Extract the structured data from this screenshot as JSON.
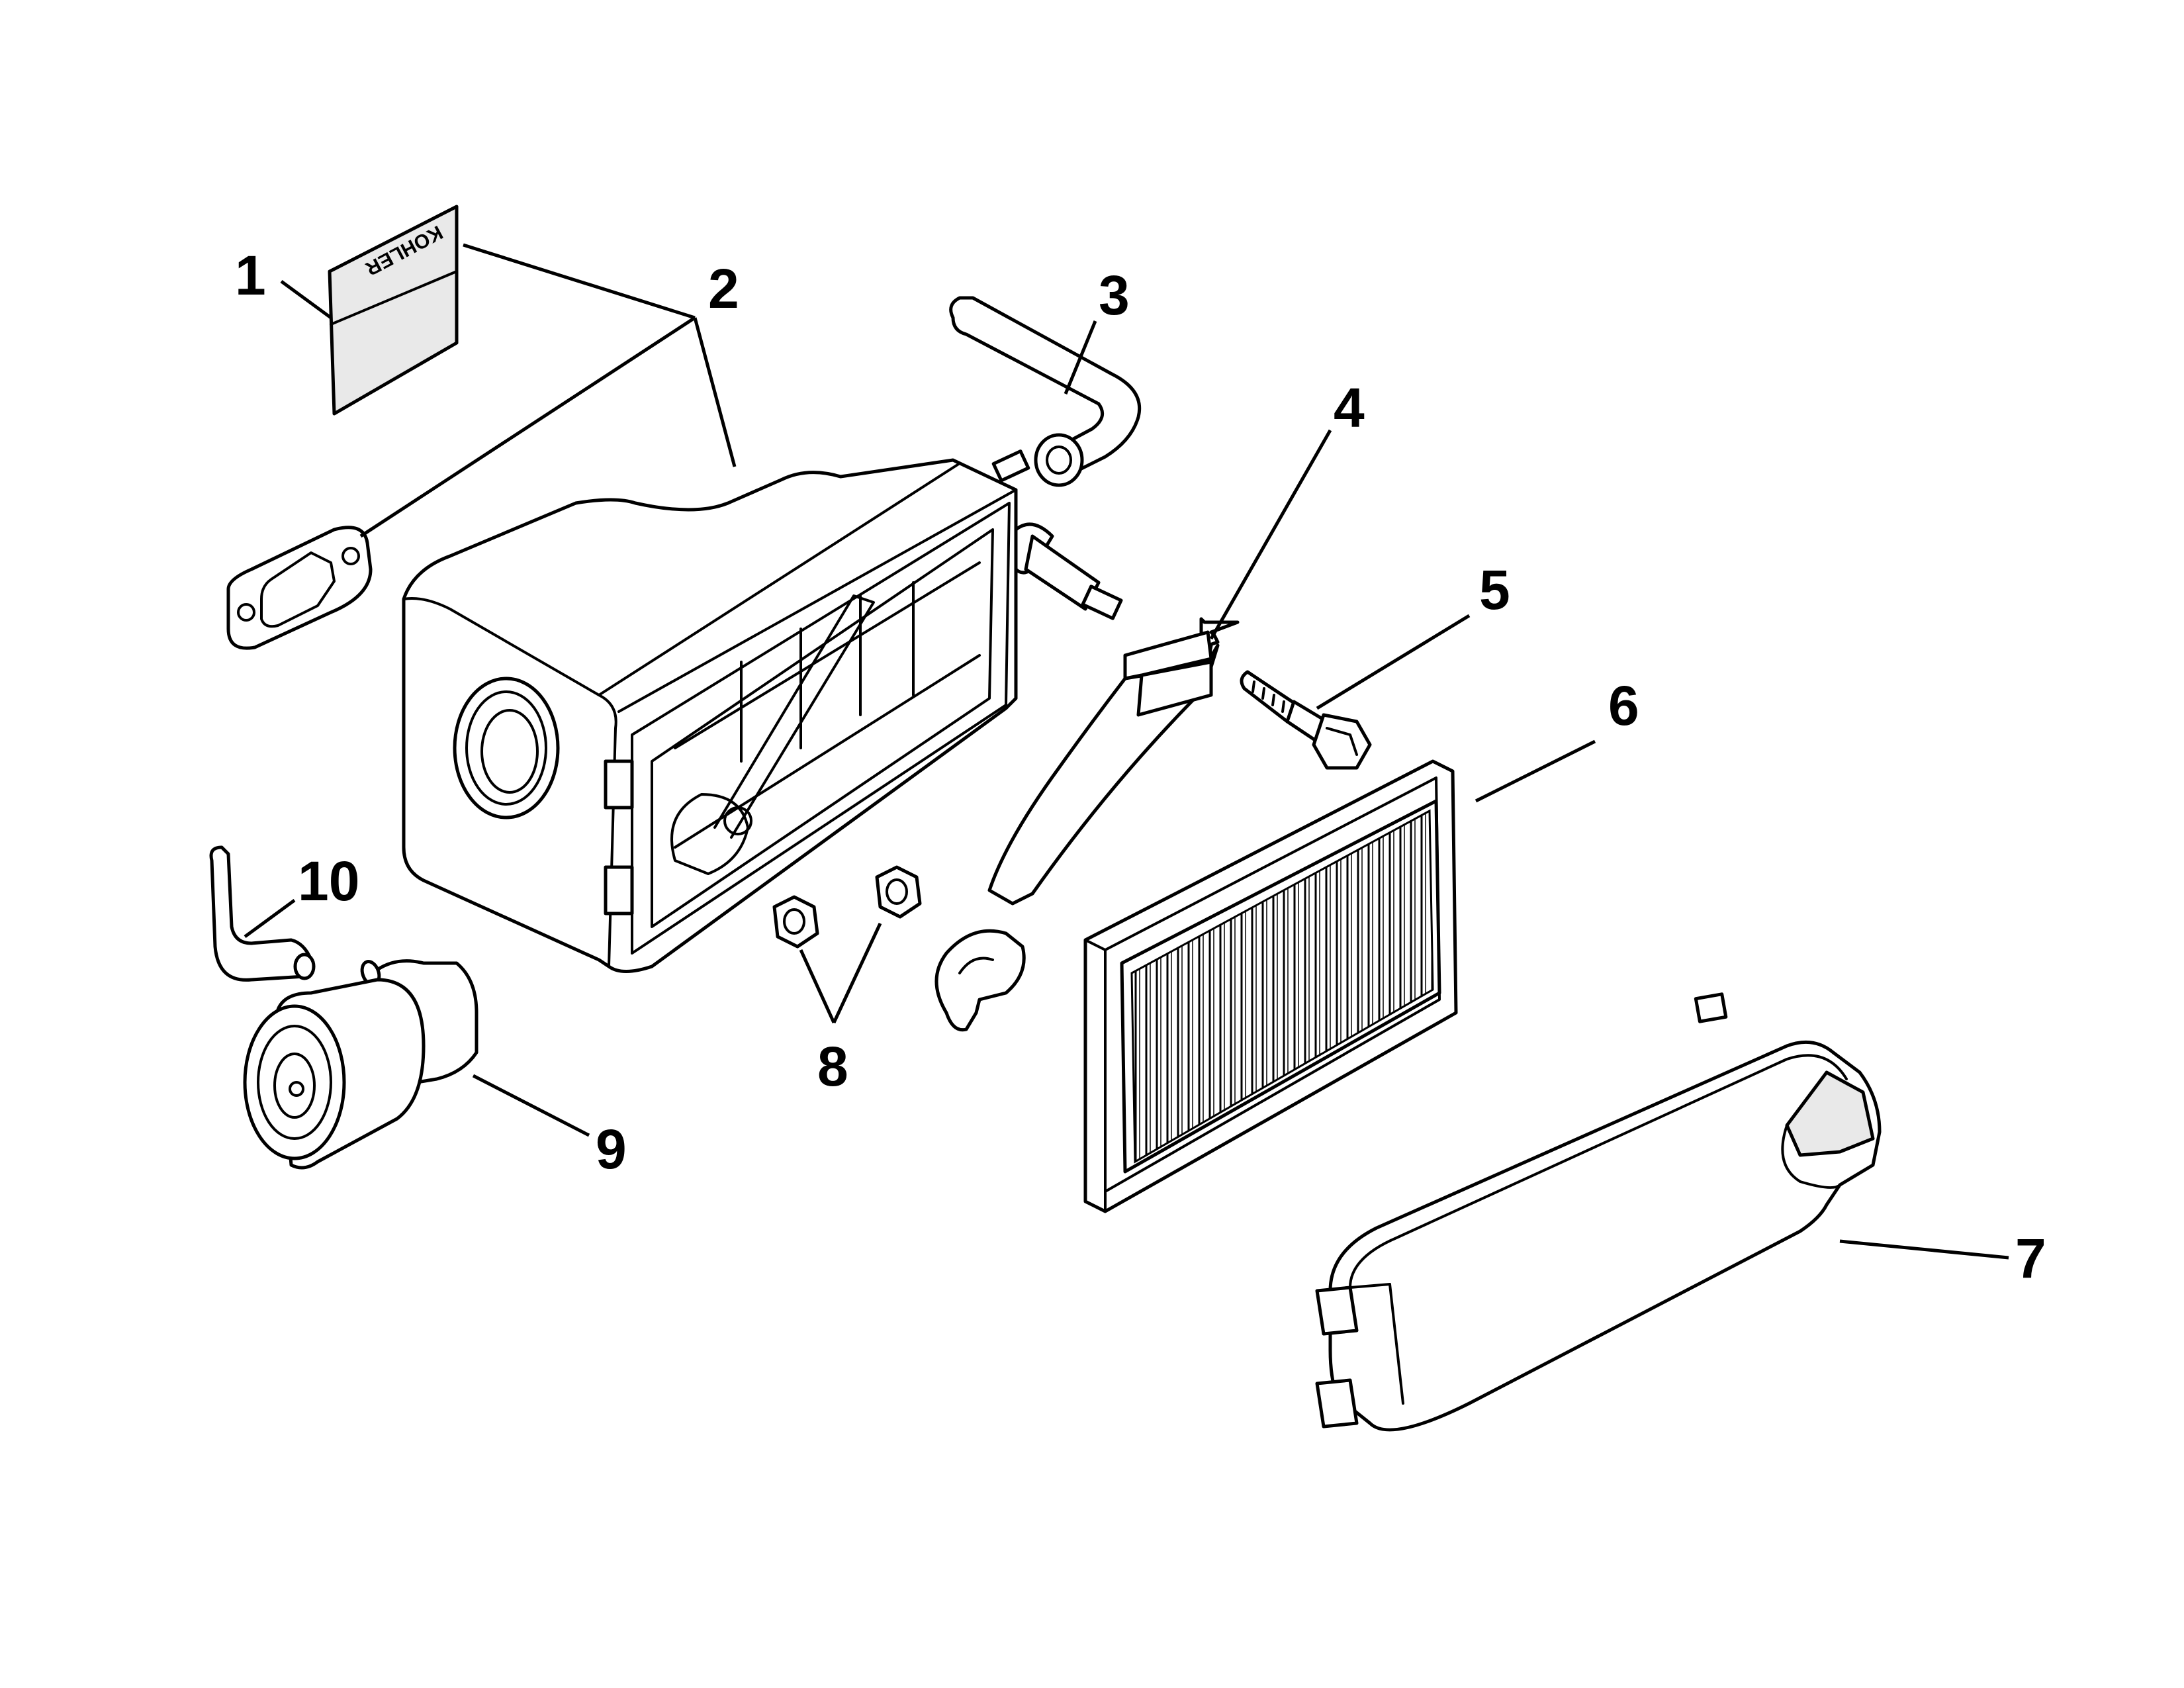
{
  "callouts": [
    {
      "id": "1",
      "label": "1"
    },
    {
      "id": "2",
      "label": "2"
    },
    {
      "id": "3",
      "label": "3"
    },
    {
      "id": "4",
      "label": "4"
    },
    {
      "id": "5",
      "label": "5"
    },
    {
      "id": "6",
      "label": "6"
    },
    {
      "id": "7",
      "label": "7"
    },
    {
      "id": "8",
      "label": "8"
    },
    {
      "id": "9",
      "label": "9"
    },
    {
      "id": "10",
      "label": "10"
    }
  ],
  "decal": {
    "logo_text": "KOHLER"
  },
  "colors": {
    "line": "#000000",
    "background": "#ffffff",
    "shade": "#e9e9e9"
  }
}
